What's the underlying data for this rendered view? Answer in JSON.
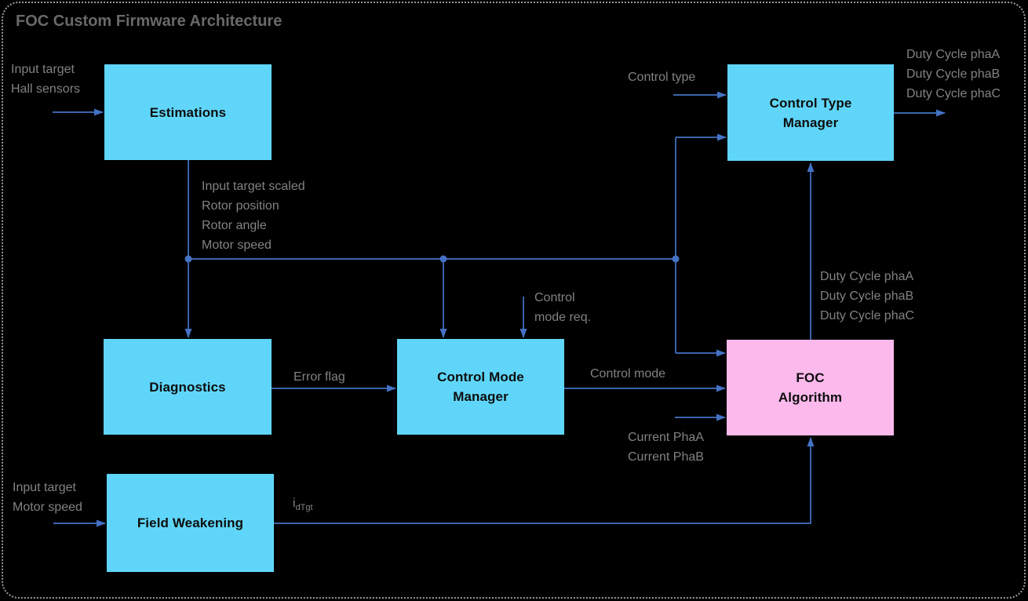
{
  "title": "FOC Custom Firmware Architecture",
  "colors": {
    "block_cyan": "#5FD6F9",
    "block_pink": "#FCB9EC",
    "connector_blue": "#4472C4",
    "label_gray": "#828282",
    "title_gray": "#696969"
  },
  "blocks": {
    "estimations": "Estimations",
    "diagnostics": "Diagnostics",
    "control_mode_manager": "Control Mode\nManager",
    "field_weakening": "Field Weakening",
    "control_type_manager": "Control Type\nManager",
    "foc_algorithm": "FOC\nAlgorithm"
  },
  "signal_labels": {
    "estimations_inputs": "Input target\nHall sensors",
    "estimations_outputs": "Input target scaled\nRotor position\nRotor angle\nMotor speed",
    "control_type_input": "Control type",
    "control_type_manager_outputs": "Duty Cycle phaA\nDuty Cycle phaB\nDuty Cycle phaC",
    "control_mode_request": "Control\nmode req.",
    "error_flag": "Error flag",
    "control_mode": "Control mode",
    "foc_current_inputs": "Current PhaA\nCurrent PhaB",
    "foc_duty_outputs": "Duty Cycle phaA\nDuty Cycle phaB\nDuty Cycle phaC",
    "field_weakening_inputs": "Input target\nMotor speed",
    "id_target_base": "i",
    "id_target_sub": "dTgt"
  }
}
